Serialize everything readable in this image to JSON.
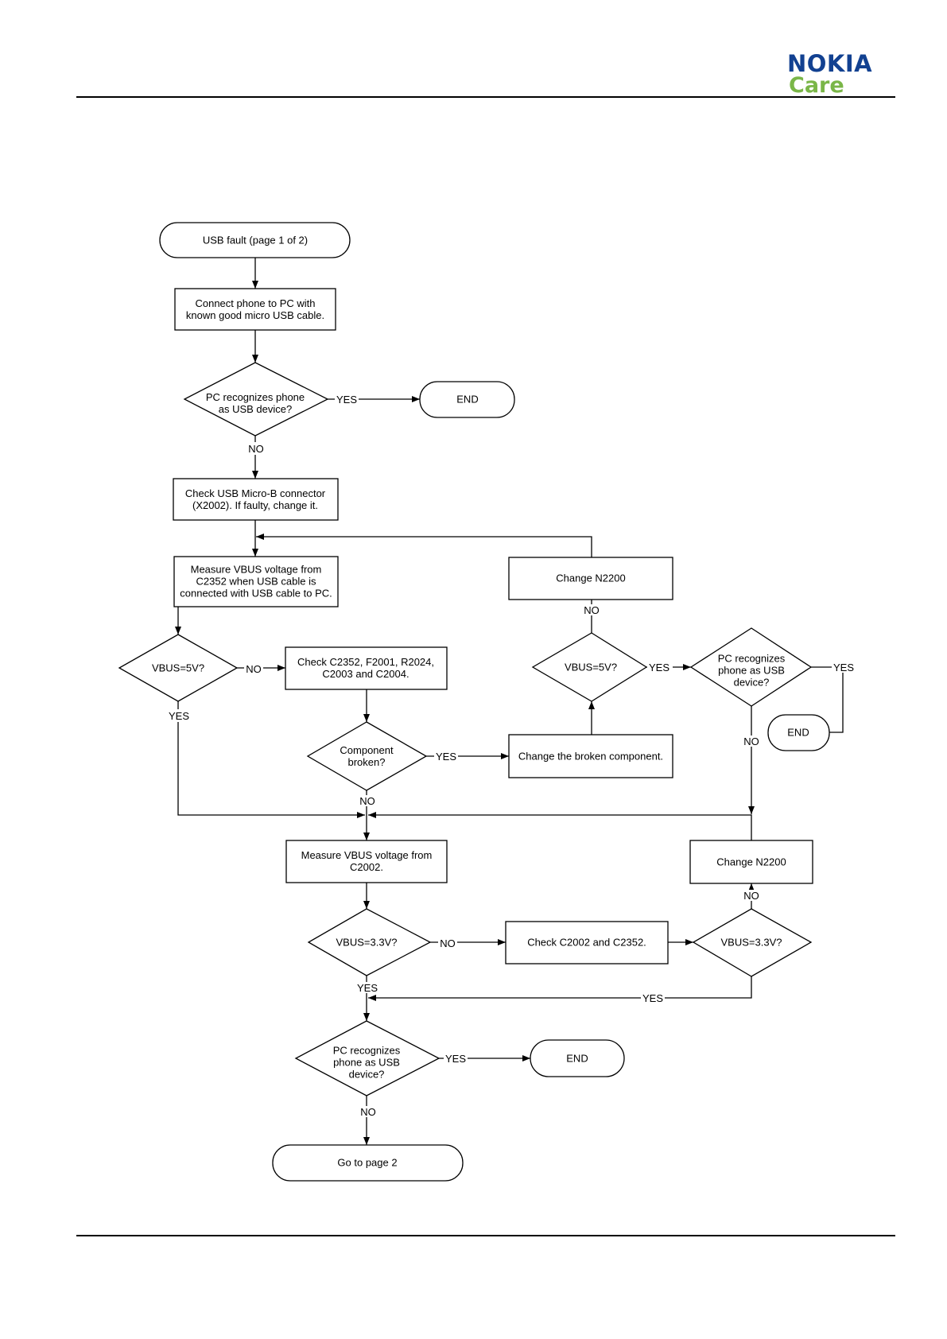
{
  "header": {
    "brand": "NOKIA",
    "sub_brand": "Care",
    "brand_color": "#124191",
    "sub_brand_color": "#7ab648"
  },
  "flow": {
    "start": [
      "USB fault (page 1 of 2)"
    ],
    "connect": [
      "Connect phone to PC with",
      "known good micro USB cable."
    ],
    "q_recognize_1": [
      "PC recognizes phone",
      "as USB device?"
    ],
    "end_1": [
      "END"
    ],
    "check_connector": [
      "Check USB Micro-B connector",
      "(X2002). If faulty, change it."
    ],
    "measure_c2352": [
      "Measure VBUS voltage from",
      "C2352 when USB cable is",
      "connected with USB cable to PC."
    ],
    "q_vbus5_left": [
      "VBUS=5V?"
    ],
    "check_components": [
      "Check C2352, F2001, R2024,",
      "C2003 and C2004."
    ],
    "q_component_broken": [
      "Component",
      "broken?"
    ],
    "change_broken": [
      "Change the broken component."
    ],
    "q_vbus5_right": [
      "VBUS=5V?"
    ],
    "change_n2200_top": [
      "Change N2200"
    ],
    "q_recognize_2": [
      "PC recognizes",
      "phone as USB",
      "device?"
    ],
    "end_2": [
      "END"
    ],
    "measure_c2002": [
      "Measure VBUS voltage from",
      "C2002."
    ],
    "change_n2200_bottom": [
      "Change N2200"
    ],
    "q_vbus33_left": [
      "VBUS=3.3V?"
    ],
    "check_c2002": [
      "Check C2002 and C2352."
    ],
    "q_vbus33_right": [
      "VBUS=3.3V?"
    ],
    "q_recognize_3": [
      "PC recognizes",
      "phone as USB",
      "device?"
    ],
    "end_3": [
      "END"
    ],
    "goto_page2": [
      "Go to page 2"
    ]
  },
  "labels": {
    "yes": "YES",
    "no": "NO"
  }
}
